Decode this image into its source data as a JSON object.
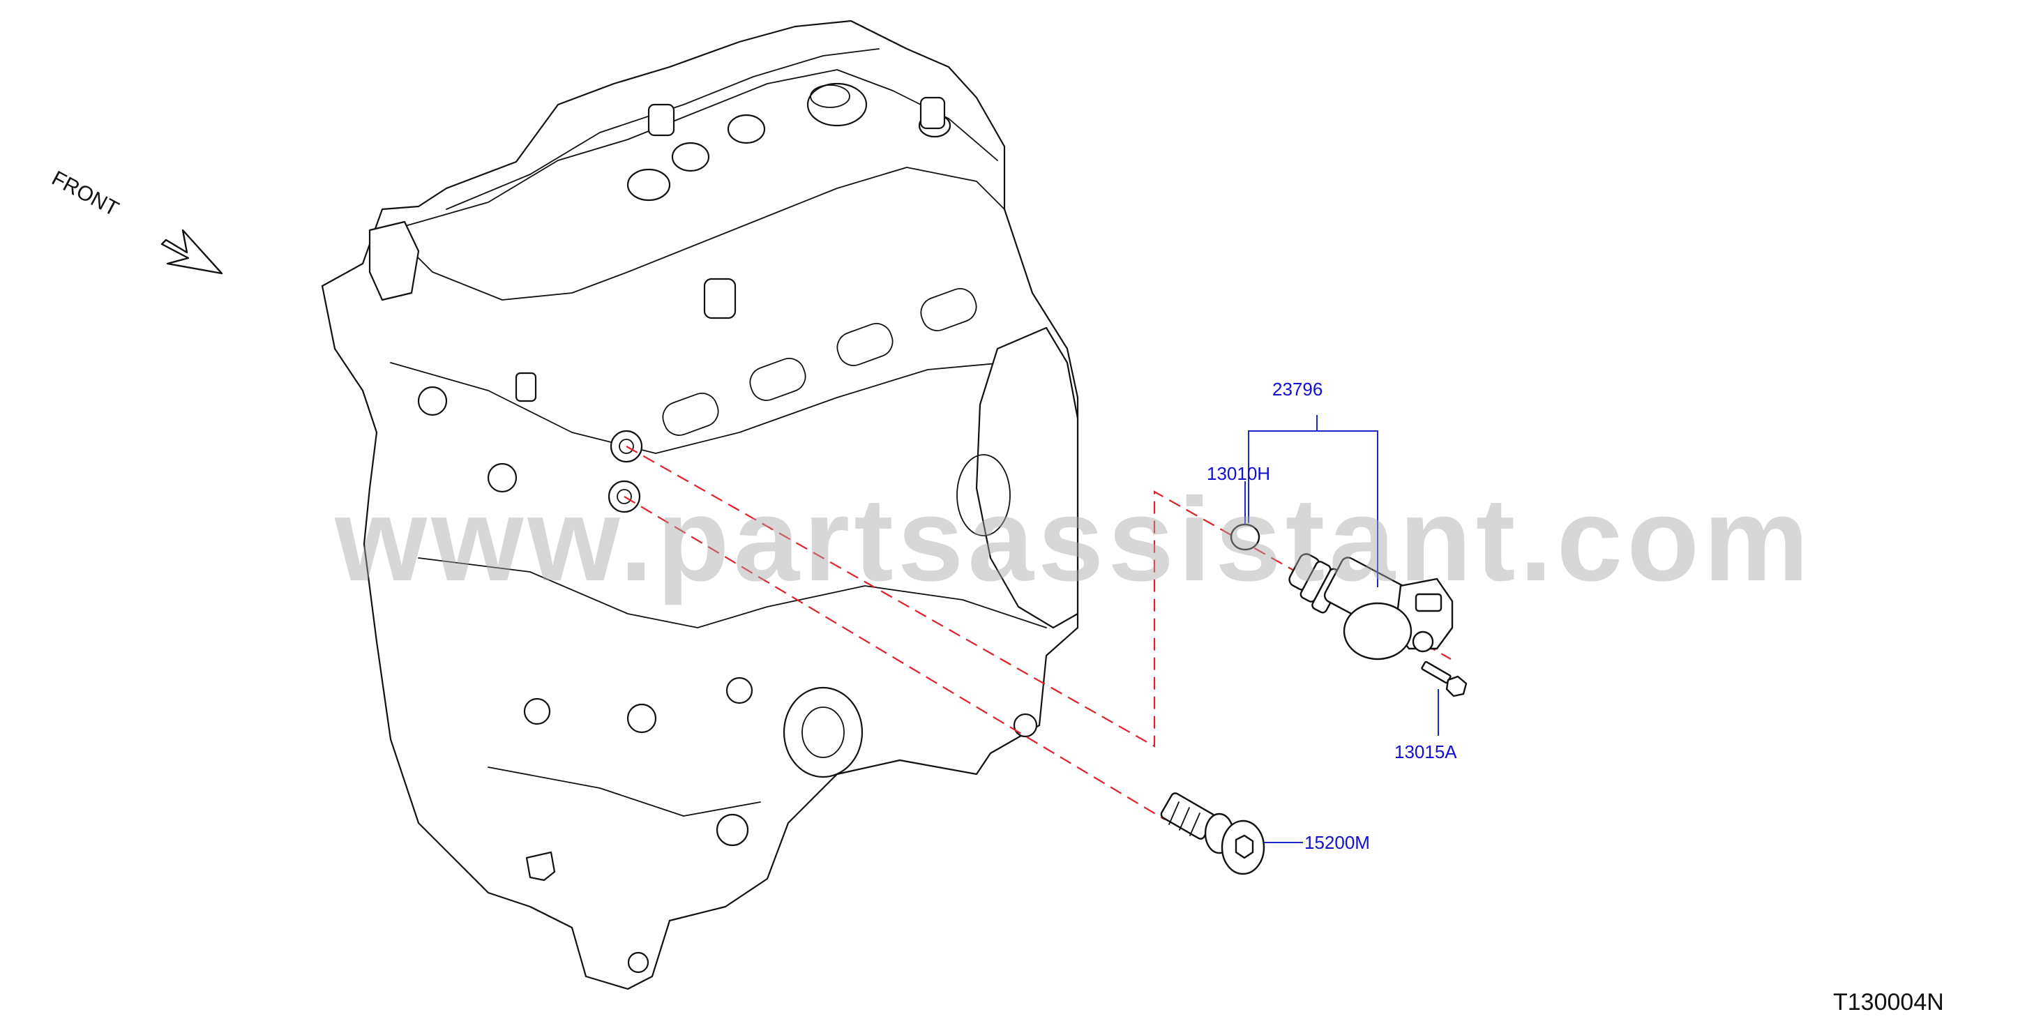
{
  "orientation": {
    "label": "FRONT"
  },
  "watermark": {
    "text": "www.partsassistant.com"
  },
  "drawing_code": "T130004N",
  "callouts": {
    "group": "23796",
    "oring": "13010H",
    "bolt": "13015A",
    "plug": "15200M"
  },
  "colors": {
    "callout_text": "#1010d0",
    "leader_lines": "#1a28c8",
    "center_lines": "#e0202a",
    "linework": "#111111"
  }
}
